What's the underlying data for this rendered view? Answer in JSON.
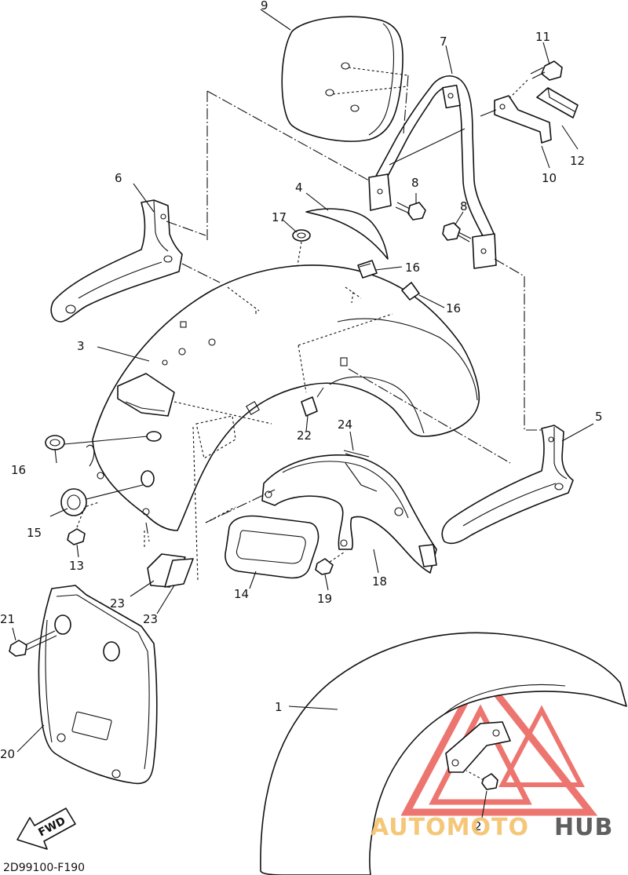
{
  "parts": [
    {
      "num": "1"
    },
    {
      "num": "2"
    },
    {
      "num": "3"
    },
    {
      "num": "4"
    },
    {
      "num": "5"
    },
    {
      "num": "6"
    },
    {
      "num": "7"
    },
    {
      "num": "8"
    },
    {
      "num": "8"
    },
    {
      "num": "9"
    },
    {
      "num": "10"
    },
    {
      "num": "11"
    },
    {
      "num": "12"
    },
    {
      "num": "13"
    },
    {
      "num": "14"
    },
    {
      "num": "15"
    },
    {
      "num": "16"
    },
    {
      "num": "16"
    },
    {
      "num": "16"
    },
    {
      "num": "17"
    },
    {
      "num": "18"
    },
    {
      "num": "19"
    },
    {
      "num": "20"
    },
    {
      "num": "21"
    },
    {
      "num": "22"
    },
    {
      "num": "23"
    },
    {
      "num": "23"
    },
    {
      "num": "24"
    }
  ],
  "fwd_label": "FWD",
  "diagram_code": "2D99100-F190",
  "watermark": {
    "text_a": "AUTOMOTO",
    "text_b": "HUB",
    "color_a": "#f5c26b",
    "color_b": "#444444",
    "triangle_color": "#e8483f"
  }
}
